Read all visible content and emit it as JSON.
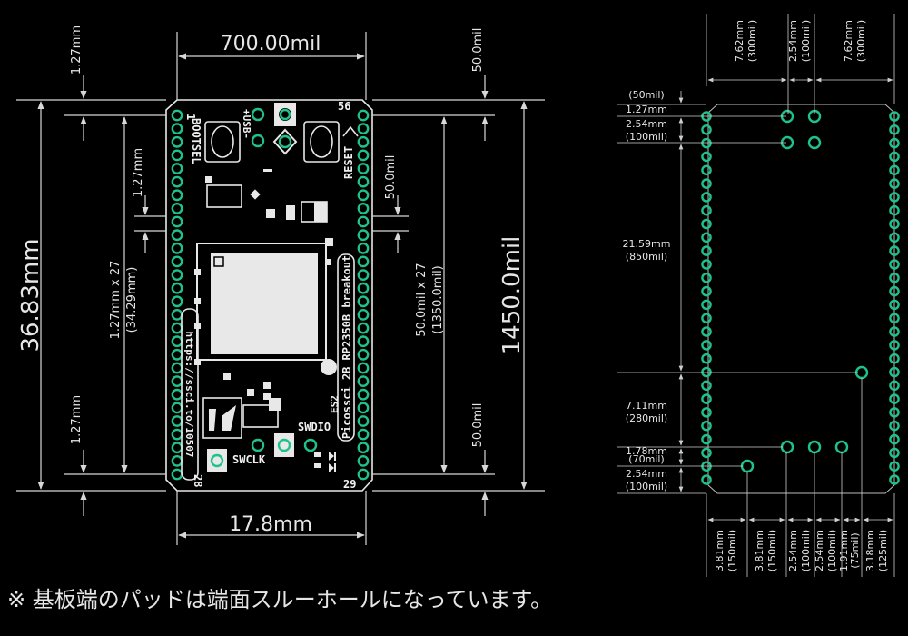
{
  "left_view": {
    "dims": {
      "top_width": "700.00mil",
      "bottom_width": "17.8mm",
      "left_height": "36.83mm",
      "right_height": "1450.0mil",
      "left_top_edge": "1.27mm",
      "left_bottom_edge": "1.27mm",
      "left_inner_small": "1.27mm",
      "left_pitch_line1": "1.27mm x 27",
      "left_pitch_line2": "(34.29mm)",
      "right_top_edge": "50.0mil",
      "right_bottom_edge": "50.0mil",
      "right_inner_small": "50.0mil",
      "right_pitch_line1": "50.0mil x 27",
      "right_pitch_line2": "(1350.0mil)"
    },
    "silk": {
      "pin1": "1",
      "pin56": "56",
      "pin28": "28",
      "pin29": "29",
      "bootsel": "BOOTSEL",
      "reset": "RESET",
      "usb_plus": "+USB-",
      "url": "https://ssci.to/10507",
      "board_name": "Picossci 2B RP2350B breakout",
      "es2": "ES2",
      "swdio": "SWDIO",
      "swclk": "SWCLK"
    }
  },
  "right_view": {
    "top_labels": [
      {
        "mm": "7.62mm",
        "mil": "(300mil)"
      },
      {
        "mm": "2.54mm",
        "mil": "(100mil)"
      },
      {
        "mm": "7.62mm",
        "mil": "(300mil)"
      }
    ],
    "left_labels": [
      {
        "mm": "",
        "mil": "(50mil)"
      },
      {
        "mm": "1.27mm",
        "mil": ""
      },
      {
        "mm": "2.54mm",
        "mil": "(100mil)"
      },
      {
        "mm": "21.59mm",
        "mil": "(850mil)"
      },
      {
        "mm": "7.11mm",
        "mil": "(280mil)"
      },
      {
        "mm": "1.78mm",
        "mil": "(70mil)"
      },
      {
        "mm": "2.54mm",
        "mil": "(100mil)"
      }
    ],
    "bottom_labels": [
      {
        "mm": "3.81mm",
        "mil": "(150mil)"
      },
      {
        "mm": "3.81mm",
        "mil": "(150mil)"
      },
      {
        "mm": "2.54mm",
        "mil": "(100mil)"
      },
      {
        "mm": "2.54mm",
        "mil": "(100mil)"
      },
      {
        "mm": "1.91mm",
        "mil": "(75mil)"
      },
      {
        "mm": "3.18mm",
        "mil": "(125mil)"
      }
    ]
  },
  "note": "※ 基板端のパッドは端面スルーホールになっています。",
  "colors": {
    "pad": "#1fc38a",
    "background": "#000000",
    "line": "#d8d8d8"
  }
}
